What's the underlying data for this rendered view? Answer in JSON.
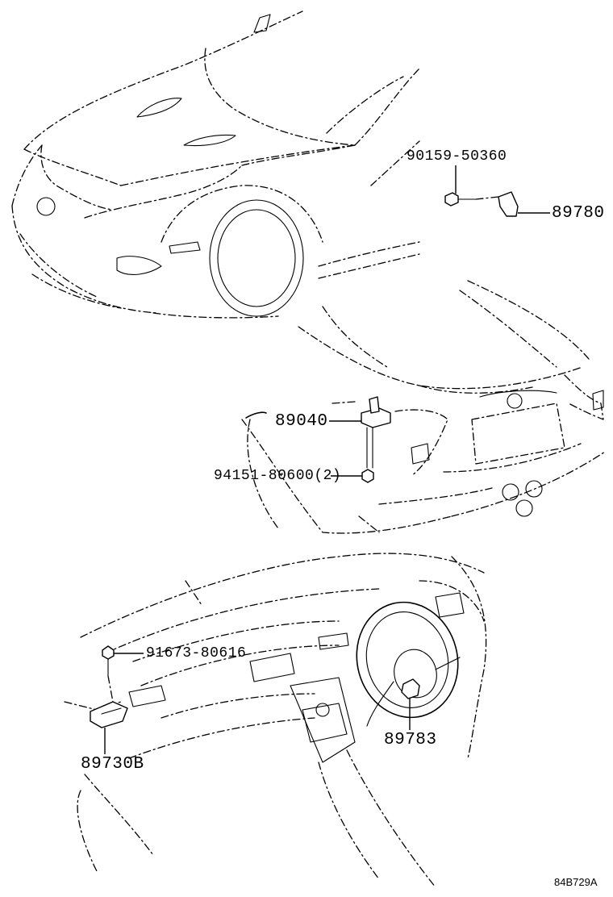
{
  "parts": {
    "bolt_front": "90159-50360",
    "sensor_front": "89780",
    "sensor_rear": "89040",
    "nut_rear": "94151-80600(2)",
    "clip_dash": "91673-80616",
    "sensor_dash": "89730B",
    "steering_sensor": "89783"
  },
  "figure_code": "84B729A"
}
